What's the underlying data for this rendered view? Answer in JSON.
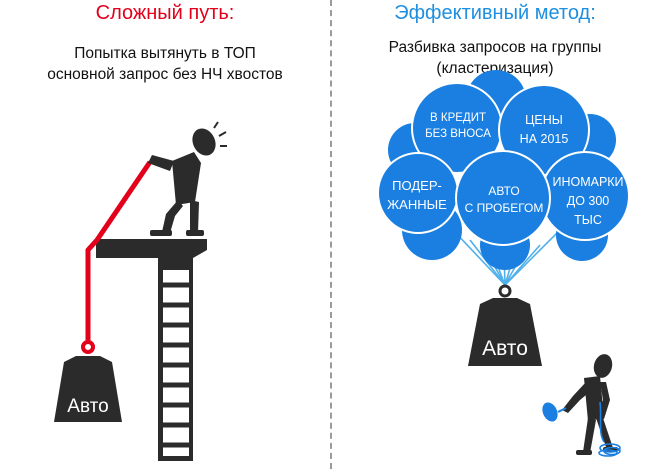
{
  "left": {
    "title": "Сложный путь:",
    "subtitle_line1": "Попытка вытянуть в ТОП",
    "subtitle_line2": "основной запрос без НЧ хвостов",
    "weight_label": "Авто"
  },
  "right": {
    "title": "Эффективный метод:",
    "subtitle_line1": "Разбивка запросов на группы",
    "subtitle_line2": "(кластеризация)",
    "weight_label": "Авто",
    "balloons": [
      {
        "line1": "В КРЕДИТ",
        "line2": "БЕЗ ВНОСА"
      },
      {
        "line1": "ЦЕНЫ",
        "line2": "НА 2015"
      },
      {
        "line1": "ПОДЕР-",
        "line2": "ЖАННЫЕ"
      },
      {
        "line1": "АВТО",
        "line2": "С ПРОБЕГОМ"
      },
      {
        "line1": "ИНОМАРКИ",
        "line2": "ДО 300",
        "line3": "ТЫС"
      }
    ]
  },
  "colors": {
    "left_title": "#e3001b",
    "right_title": "#1f8fe0",
    "balloon_fill": "#1a7fe0",
    "rope_red": "#e3001b",
    "figure": "#2b2b2b"
  },
  "icons": [
    "person-pulling-icon",
    "ladder-tower-icon",
    "weight-icon",
    "person-walking-icon",
    "rope-coil-icon"
  ]
}
